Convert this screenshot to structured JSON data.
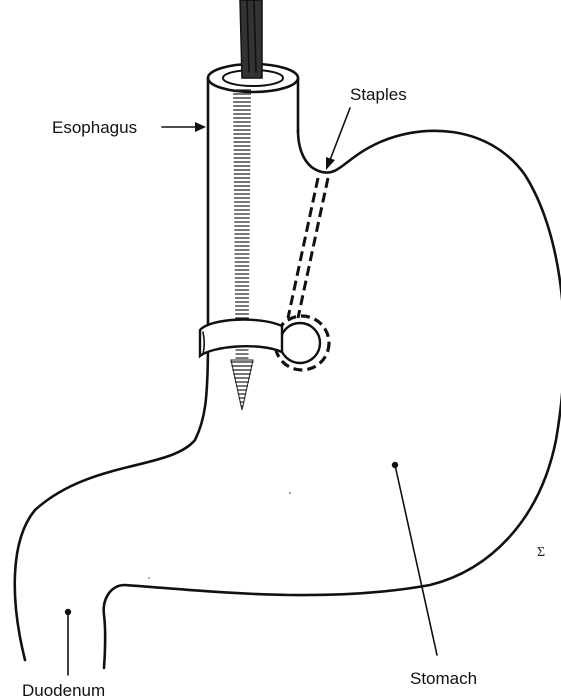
{
  "labels": {
    "esophagus": "Esophagus",
    "staples": "Staples",
    "stomach": "Stomach",
    "duodenum": "Duodenum",
    "signature": "Σ"
  }
}
